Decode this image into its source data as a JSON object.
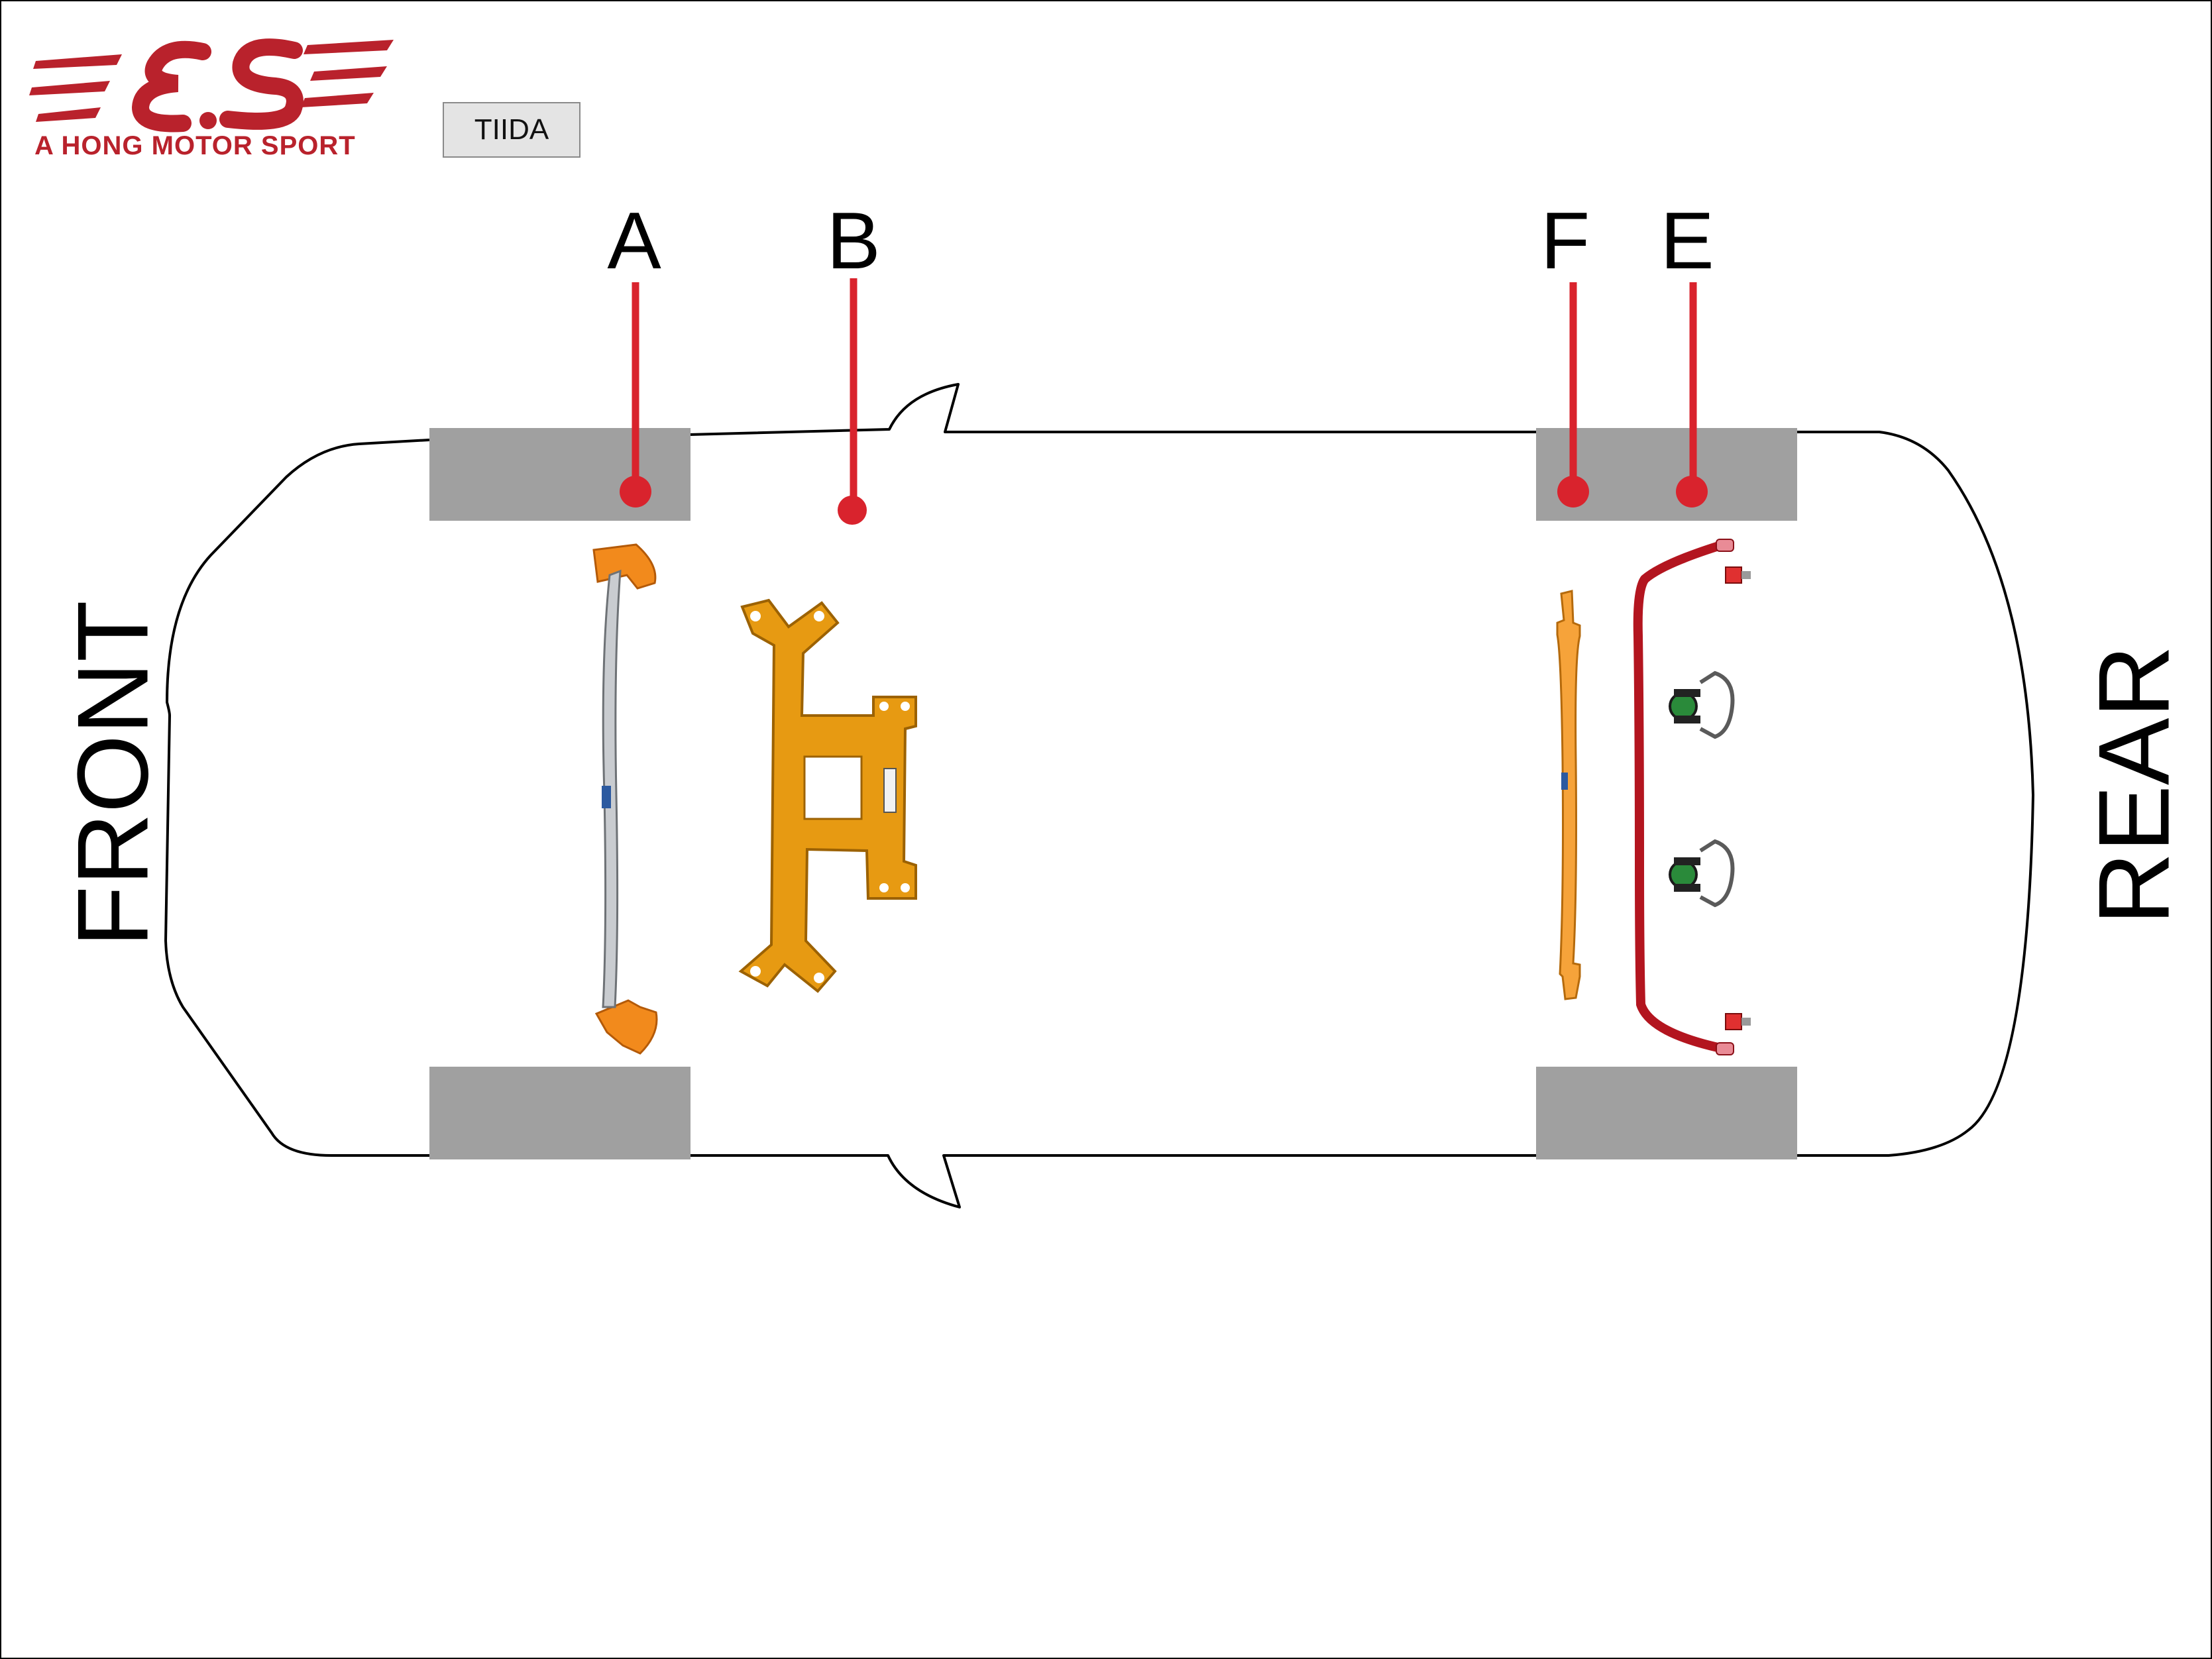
{
  "brand": {
    "logo_mark": "E.S",
    "tagline": "A HONG MOTOR SPORT",
    "brand_color": "#b9222c"
  },
  "model_button": {
    "label": "TIIDA"
  },
  "orientation": {
    "front": "FRONT",
    "rear": "REAR"
  },
  "markers": [
    {
      "letter": "A",
      "part": "front strut tower bar",
      "color": "#d9232d"
    },
    {
      "letter": "B",
      "part": "front lower H-brace",
      "color": "#d9232d"
    },
    {
      "letter": "F",
      "part": "rear strut bar",
      "color": "#d9232d"
    },
    {
      "letter": "E",
      "part": "rear anti-roll bar",
      "color": "#d9232d"
    }
  ],
  "colors": {
    "wheel": "#a0a0a0",
    "marker": "#d9232d",
    "silver_bar": "#bfc3c7",
    "orange_bracket": "#f28a1c",
    "gold_brace": "#e79a12",
    "rear_bar_orange": "#f6a33a",
    "sway_bar_red": "#b3151f"
  }
}
